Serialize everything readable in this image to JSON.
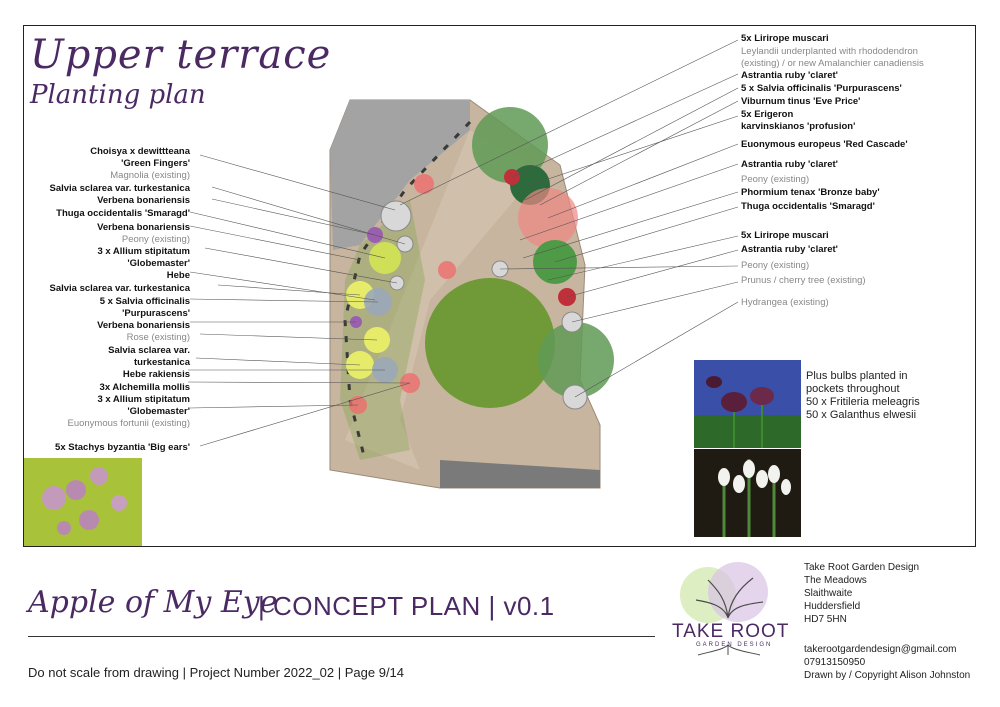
{
  "title": {
    "line1": "Upper terrace",
    "line2": "Planting plan"
  },
  "left_labels": [
    {
      "text": "Choisya x dewittteana",
      "grey": false
    },
    {
      "text": "'Green Fingers'",
      "grey": false
    },
    {
      "text": "Magnolia (existing)",
      "grey": true
    },
    {
      "text": "Salvia sclarea var. turkestanica",
      "grey": false
    },
    {
      "text": "Verbena bonariensis",
      "grey": false
    },
    {
      "text": "Thuga occidentalis 'Smaragd'",
      "grey": false
    },
    {
      "text": "Verbena bonariensis",
      "grey": false
    },
    {
      "text": "Peony (existing)",
      "grey": true
    },
    {
      "text": "3 x Allium stipitatum",
      "grey": false
    },
    {
      "text": "'Globemaster'",
      "grey": false
    },
    {
      "text": "Hebe",
      "grey": false
    },
    {
      "text": "Salvia sclarea var. turkestanica",
      "grey": false
    },
    {
      "text": "5 x Salvia officinalis",
      "grey": false
    },
    {
      "text": "'Purpurascens'",
      "grey": false
    },
    {
      "text": "Verbena bonariensis",
      "grey": false
    },
    {
      "text": "Rose (existing)",
      "grey": true
    },
    {
      "text": "Salvia sclarea var.",
      "grey": false
    },
    {
      "text": "turkestanica",
      "grey": false
    },
    {
      "text": "Hebe rakiensis",
      "grey": false
    },
    {
      "text": "3x Alchemilla mollis",
      "grey": false
    },
    {
      "text": "3 x Allium stipitatum",
      "grey": false
    },
    {
      "text": "'Globemaster'",
      "grey": false
    },
    {
      "text": "Euonymous fortunii (existing)",
      "grey": true
    },
    {
      "text": "5x Stachys byzantia 'Big ears'",
      "grey": false
    }
  ],
  "right_labels": [
    {
      "text": "5x Lirirope muscari",
      "grey": false
    },
    {
      "text": "Leylandii underplanted with rhododendron",
      "grey": true
    },
    {
      "text": "(existing) / or new Amalanchier canadiensis",
      "grey": true
    },
    {
      "text": "Astrantia ruby 'claret'",
      "grey": false
    },
    {
      "text": "5 x Salvia officinalis 'Purpurascens'",
      "grey": false
    },
    {
      "text": "Viburnum tinus 'Eve Price'",
      "grey": false
    },
    {
      "text": "5x Erigeron",
      "grey": false
    },
    {
      "text": "karvinskianos 'profusion'",
      "grey": false
    },
    {
      "text": "Euonymous europeus 'Red Cascade'",
      "grey": false
    },
    {
      "text": "Astrantia ruby 'claret'",
      "grey": false
    },
    {
      "text": "Peony (existing)",
      "grey": true
    },
    {
      "text": "Phormium tenax 'Bronze baby'",
      "grey": false
    },
    {
      "text": "Thuga occidentalis 'Smaragd'",
      "grey": false
    },
    {
      "text": "5x Lirirope muscari",
      "grey": false
    },
    {
      "text": "Astrantia ruby 'claret'",
      "grey": false
    },
    {
      "text": "Peony (existing)",
      "grey": true
    },
    {
      "text": "Prunus / cherry tree (existing)",
      "grey": true
    },
    {
      "text": "Hydrangea (existing)",
      "grey": true
    }
  ],
  "bulbs": {
    "line1": "Plus bulbs planted in",
    "line2": "pockets throughout",
    "line3": "50 x Fritileria meleagris",
    "line4": "50 x Galanthus elwesii"
  },
  "footer": {
    "project_name": "Apple of My Eye",
    "concept": "| CONCEPT PLAN | v0.1",
    "meta": "Do not scale from drawing  | Project Number 2022_02 |  Page 9/14"
  },
  "logo": {
    "name": "TAKE ROOT",
    "sub": "GARDEN DESIGN"
  },
  "address": {
    "line1": "Take Root Garden Design",
    "line2": "The Meadows",
    "line3": "Slaithwaite",
    "line4": "Huddersfield",
    "line5": "HD7 5HN"
  },
  "contact": {
    "email": "takerootgardendesign@gmail.com",
    "phone": "07913150950",
    "copyright": "Drawn by / Copyright Alison Johnston"
  },
  "colors": {
    "accent_purple": "#4b2a63",
    "lawn": "#6f9a37",
    "gravel": "#c9b7a3",
    "paving": "#9b9b9b"
  }
}
